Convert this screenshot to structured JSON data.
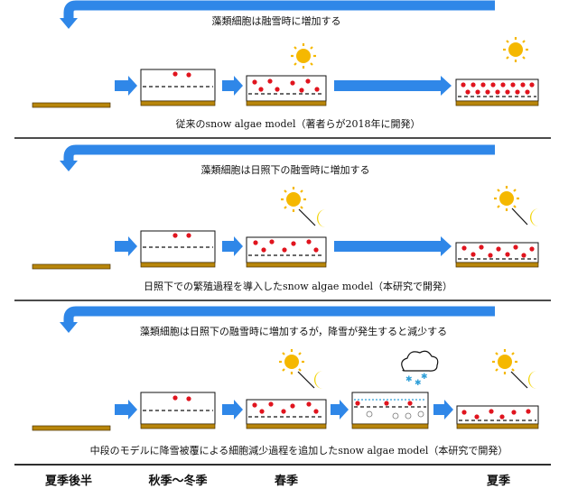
{
  "panels": [
    {
      "top_note": "藻類細胞は融雪時に増加する",
      "caption": "従来のsnow algae model（著者らが2018年に開発）"
    },
    {
      "top_note": "藻類細胞は日照下の融雪時に増加する",
      "caption": "日照下での繁殖過程を導入したsnow algae model（本研究で開発）"
    },
    {
      "top_note": "藻類細胞は日照下の融雪時に増加するが，降雪が発生すると減少する",
      "caption": "中段のモデルに降雪被覆による細胞減少過程を追加したsnow algae model（本研究で開発）"
    }
  ],
  "seasons": [
    "夏季後半",
    "秋季～冬季",
    "春季",
    "夏季"
  ],
  "icons": {
    "sun": "sun-icon",
    "moon": "moon-icon",
    "cloud_snow": "snow-cloud-icon"
  },
  "colors": {
    "arrow_blue": "#2f87e8",
    "ground": "#b8860b",
    "algae_red": "#e0141e",
    "sun_yellow": "#f5b800",
    "moon_yellow": "#f2d300"
  }
}
